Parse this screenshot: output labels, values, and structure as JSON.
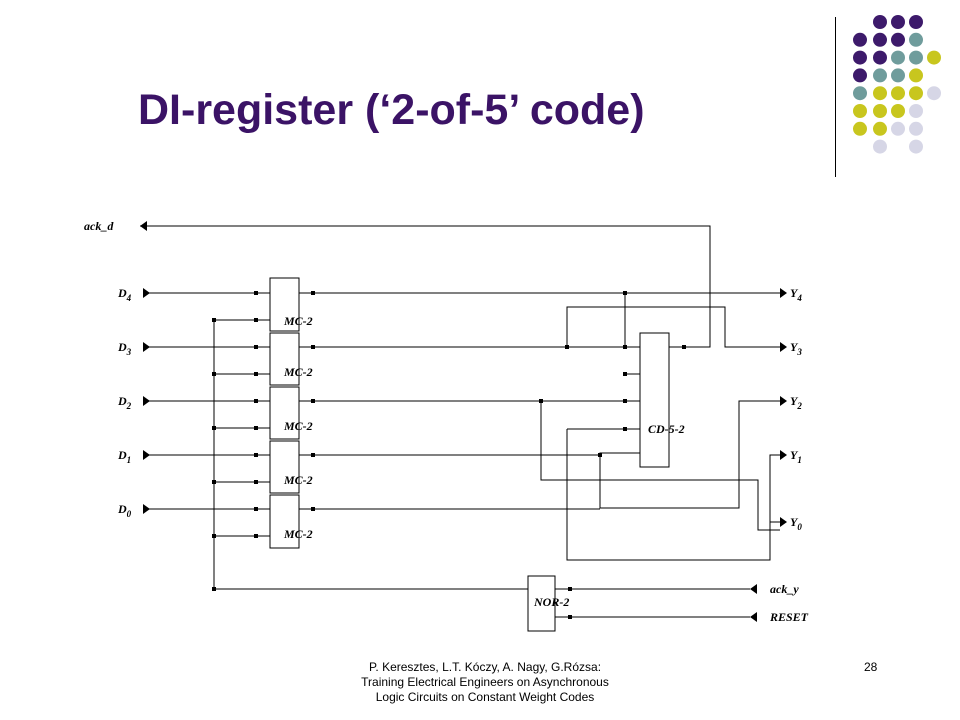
{
  "slide": {
    "title": "DI-register (‘2-of-5’ code)",
    "footer_lines": [
      "P. Keresztes, L.T. Kóczy, A. Nagy, G.Rózsa:",
      "Training Electrical Engineers on Asynchronous",
      "Logic Circuits on Constant Weight Codes"
    ],
    "page_number": "28"
  },
  "colors": {
    "title": "#3b1366",
    "dot_purple": "#3d1a6b",
    "dot_teal": "#6f9c9c",
    "dot_yellow": "#c8c61e",
    "dot_lavender": "#d6d6e6"
  },
  "diagram": {
    "inputs": [
      {
        "name": "D",
        "sub": "4"
      },
      {
        "name": "D",
        "sub": "3"
      },
      {
        "name": "D",
        "sub": "2"
      },
      {
        "name": "D",
        "sub": "1"
      },
      {
        "name": "D",
        "sub": "0"
      }
    ],
    "outputs": [
      {
        "name": "Y",
        "sub": "4"
      },
      {
        "name": "Y",
        "sub": "3"
      },
      {
        "name": "Y",
        "sub": "2"
      },
      {
        "name": "Y",
        "sub": "1"
      },
      {
        "name": "Y",
        "sub": "0"
      }
    ],
    "mc_label": "MC-2",
    "cd_label": "CD-5-2",
    "nor_label": "NOR-2",
    "ack_d": "ack_d",
    "ack_y": "ack_y",
    "reset": "RESET"
  }
}
